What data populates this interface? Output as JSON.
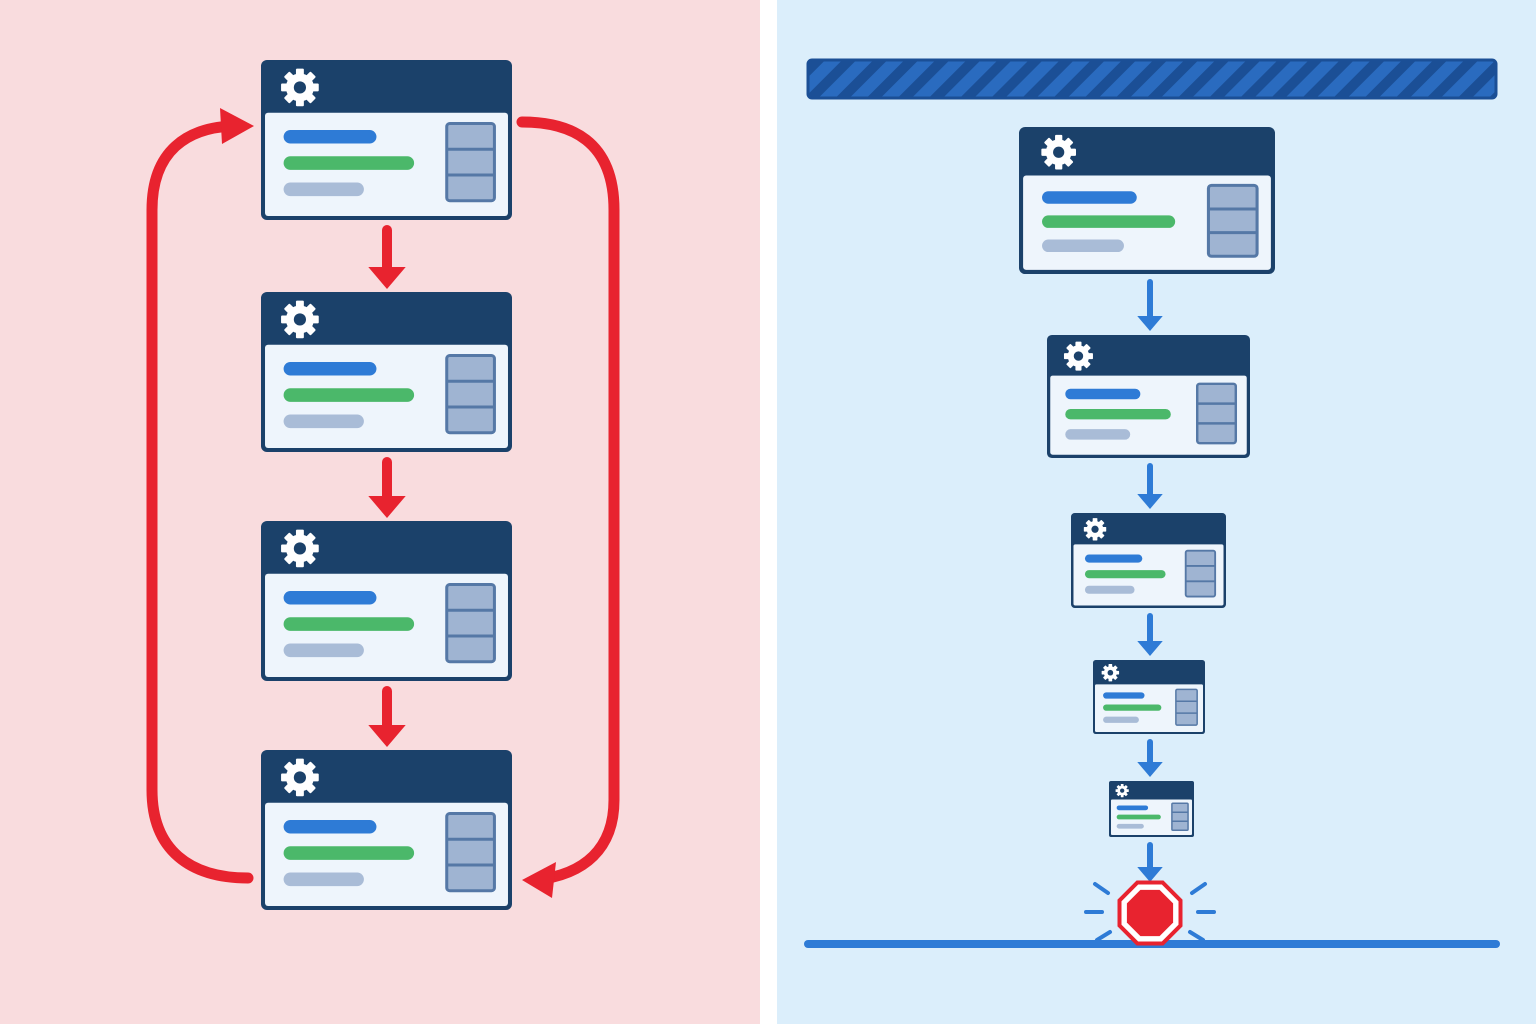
{
  "colors": {
    "left_background": "#f9dcde",
    "right_background": "#dbeefb",
    "divider": "#ffffff",
    "window_header": "#1b416a",
    "window_body": "#eef5fc",
    "bar_blue": "#2e7bd6",
    "bar_green": "#4bb86a",
    "bar_gray": "#a9bcd7",
    "table_fill": "#9fb4d2",
    "table_stroke": "#5578a6",
    "loop_arrow": "#e8232f",
    "chain_arrow": "#2e7bd6",
    "ceiling_band": "#2a6bbf",
    "floor_line": "#2e7bd6",
    "stop_sign": "#e8232f"
  },
  "icons": {
    "window": "settings-window-icon",
    "gear": "gear-icon",
    "stop": "stop-sign-icon"
  },
  "left_panel": {
    "window_count": 4,
    "layout": "vertical-stack",
    "connections": "loop"
  },
  "right_panel": {
    "window_count": 5,
    "layout": "shrinking-chain",
    "top_boundary": "hatched-band",
    "bottom_boundary": "ground-line",
    "terminal": "stop-sign"
  }
}
